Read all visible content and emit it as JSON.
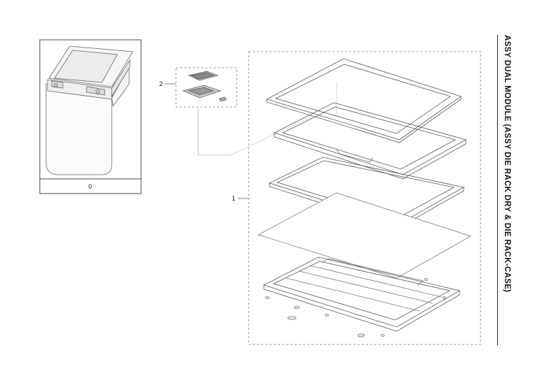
{
  "title": "ASSY DUAL MODULE (ASSY DIE RACK DRY &  DIE RACK-CASE)",
  "labels": {
    "overview_index": "0",
    "part_1": "1",
    "part_2": "2"
  },
  "colors": {
    "line": "#444444",
    "light_line": "#9a9a9a",
    "dash": "#777777",
    "fill": "#ffffff"
  }
}
